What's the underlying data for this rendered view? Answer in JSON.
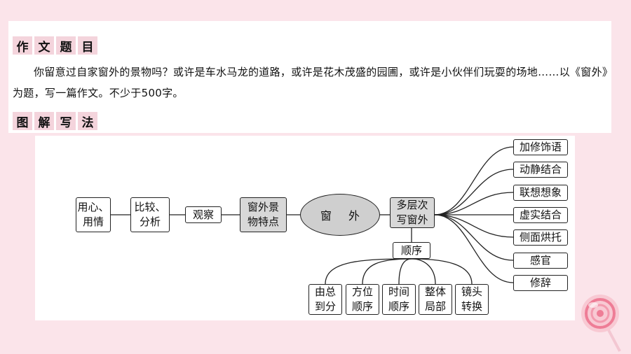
{
  "heading1": [
    "作",
    "文",
    "题",
    "目"
  ],
  "prompt": "你留意过自家窗外的景物吗？或许是车水马龙的道路，或许是花木茂盛的园圃，或许是小伙伴们玩耍的场地……以《窗外》为题，写一篇作文。不少于500字。",
  "heading2": [
    "图",
    "解",
    "写",
    "法"
  ],
  "diagram": {
    "left_chain": [
      {
        "lines": [
          "用心、",
          "用情"
        ]
      },
      {
        "lines": [
          "比较、",
          "分析"
        ]
      },
      {
        "lines": [
          "观察"
        ]
      },
      {
        "lines": [
          "窗外景",
          "物特点"
        ]
      }
    ],
    "center": "窗外",
    "right_hub": [
      "多层次",
      "写窗外"
    ],
    "right_branches": [
      "加修饰语",
      "动静结合",
      "联想想象",
      "虚实结合",
      "侧面烘托",
      "感官",
      "修辞"
    ],
    "order_label": "顺序",
    "order_items": [
      [
        "由总",
        "到分"
      ],
      [
        "方位",
        "顺序"
      ],
      [
        "时间",
        "顺序"
      ],
      [
        "整体",
        "局部"
      ],
      [
        "镜头",
        "转换"
      ]
    ]
  },
  "colors": {
    "page_bg": "#fbe4ea",
    "heading_bg": "#f4d4dc",
    "gray_box": "#d8d8d8",
    "ellipse": "#cfcfcf"
  }
}
